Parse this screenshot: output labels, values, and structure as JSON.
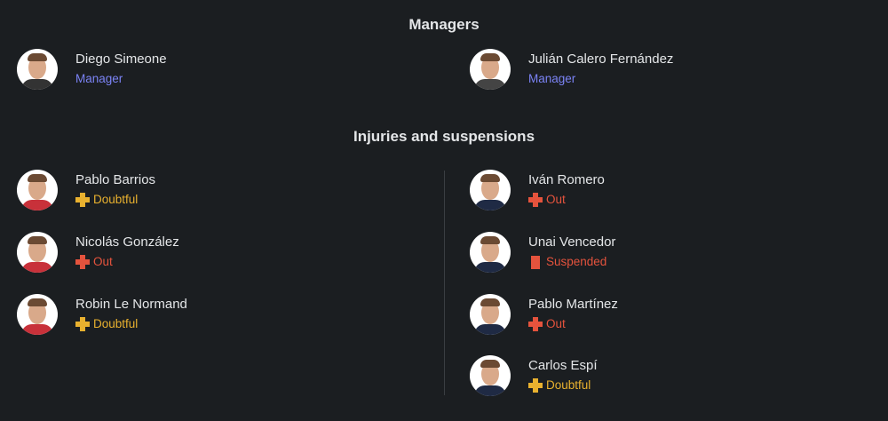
{
  "managers_title": "Managers",
  "managers": [
    {
      "name": "Diego Simeone",
      "role": "Manager"
    },
    {
      "name": "Julián Calero Fernández",
      "role": "Manager"
    }
  ],
  "injuries_title": "Injuries and suspensions",
  "home": [
    {
      "name": "Pablo Barrios",
      "status": "Doubtful",
      "icon": "plus-icon"
    },
    {
      "name": "Nicolás González",
      "status": "Out",
      "icon": "plus-icon"
    },
    {
      "name": "Robin Le Normand",
      "status": "Doubtful",
      "icon": "plus-icon"
    }
  ],
  "away": [
    {
      "name": "Iván Romero",
      "status": "Out",
      "icon": "plus-icon"
    },
    {
      "name": "Unai Vencedor",
      "status": "Suspended",
      "icon": "red-card-icon"
    },
    {
      "name": "Pablo Martínez",
      "status": "Out",
      "icon": "plus-icon"
    },
    {
      "name": "Carlos Espí",
      "status": "Doubtful",
      "icon": "plus-icon"
    }
  ],
  "colors": {
    "manager": "#7b83f5",
    "doubtful": "#e9b12f",
    "out": "#e5533d",
    "suspended": "#e5533d"
  }
}
